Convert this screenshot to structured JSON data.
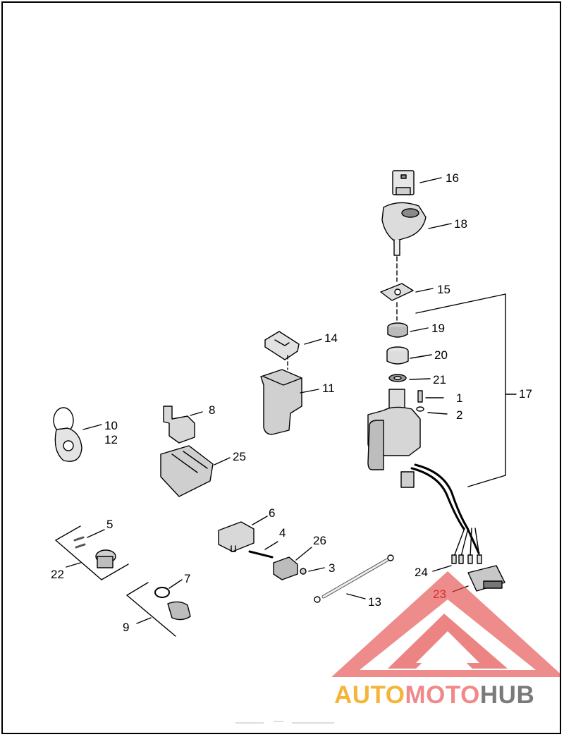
{
  "callouts": [
    {
      "id": "16",
      "label": "16"
    },
    {
      "id": "18",
      "label": "18"
    },
    {
      "id": "15",
      "label": "15"
    },
    {
      "id": "19",
      "label": "19"
    },
    {
      "id": "20",
      "label": "20"
    },
    {
      "id": "21",
      "label": "21"
    },
    {
      "id": "1",
      "label": "1"
    },
    {
      "id": "2",
      "label": "2"
    },
    {
      "id": "17",
      "label": "17"
    },
    {
      "id": "14",
      "label": "14"
    },
    {
      "id": "11",
      "label": "11"
    },
    {
      "id": "8",
      "label": "8"
    },
    {
      "id": "10",
      "label": "10"
    },
    {
      "id": "12",
      "label": "12"
    },
    {
      "id": "25",
      "label": "25"
    },
    {
      "id": "5",
      "label": "5"
    },
    {
      "id": "22",
      "label": "22"
    },
    {
      "id": "7",
      "label": "7"
    },
    {
      "id": "9",
      "label": "9"
    },
    {
      "id": "6",
      "label": "6"
    },
    {
      "id": "4",
      "label": "4"
    },
    {
      "id": "26",
      "label": "26"
    },
    {
      "id": "3",
      "label": "3"
    },
    {
      "id": "13",
      "label": "13"
    },
    {
      "id": "24",
      "label": "24"
    },
    {
      "id": "23",
      "label": "23"
    }
  ],
  "watermark": {
    "part1": "AUTO",
    "part2": "MOTO",
    "part3": "HUB",
    "colors": {
      "auto": "#f5b53a",
      "moto": "#f08a8a",
      "hub": "#7a7a7a",
      "triangle": "#e44a4a"
    }
  }
}
